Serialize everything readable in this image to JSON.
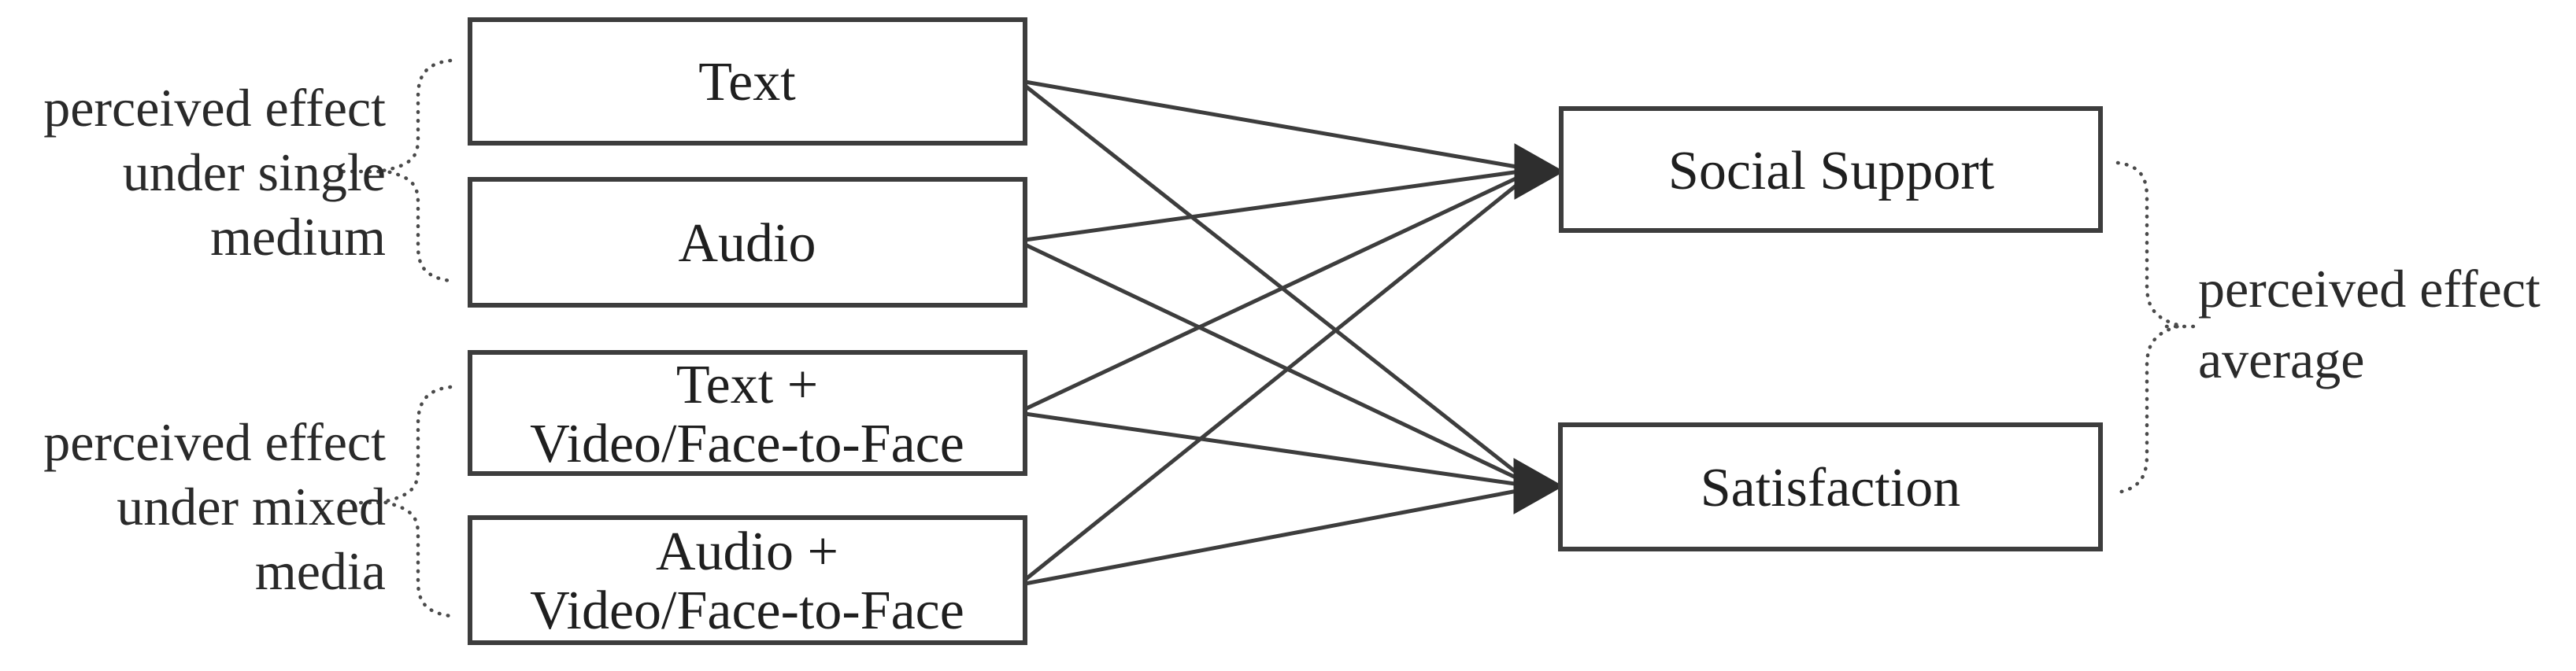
{
  "diagram": {
    "title": "perceived effect path diagram",
    "left_boxes": [
      {
        "label": "Text",
        "lines": [
          "Text"
        ]
      },
      {
        "label": "Audio",
        "lines": [
          "Audio"
        ]
      },
      {
        "label": "Text + Video/Face-to-Face",
        "lines": [
          "Text +",
          "Video/Face-to-Face"
        ]
      },
      {
        "label": "Audio + Video/Face-to-Face",
        "lines": [
          "Audio +",
          "Video/Face-to-Face"
        ]
      }
    ],
    "right_boxes": [
      {
        "label": "Social Support"
      },
      {
        "label": "Satisfaction"
      }
    ],
    "annotations": {
      "single_medium": {
        "lines": [
          "perceived effect",
          "under single",
          "medium"
        ]
      },
      "mixed_media": {
        "lines": [
          "perceived effect",
          "under mixed",
          "media"
        ]
      },
      "average": {
        "lines": [
          "perceived effect",
          "average"
        ]
      }
    },
    "arrows": [
      {
        "from": "Text",
        "to": "Social Support"
      },
      {
        "from": "Text",
        "to": "Satisfaction"
      },
      {
        "from": "Audio",
        "to": "Social Support"
      },
      {
        "from": "Audio",
        "to": "Satisfaction"
      },
      {
        "from": "Text + Video/Face-to-Face",
        "to": "Social Support"
      },
      {
        "from": "Text + Video/Face-to-Face",
        "to": "Satisfaction"
      },
      {
        "from": "Audio + Video/Face-to-Face",
        "to": "Social Support"
      },
      {
        "from": "Audio + Video/Face-to-Face",
        "to": "Satisfaction"
      }
    ],
    "colors": {
      "background": "#ffffff",
      "box_border": "#3d3d3d",
      "line": "#3d3d3d",
      "arrowhead": "#2e2e2e",
      "brace": "#4a4a4a",
      "text": "#1f1f1f"
    }
  }
}
